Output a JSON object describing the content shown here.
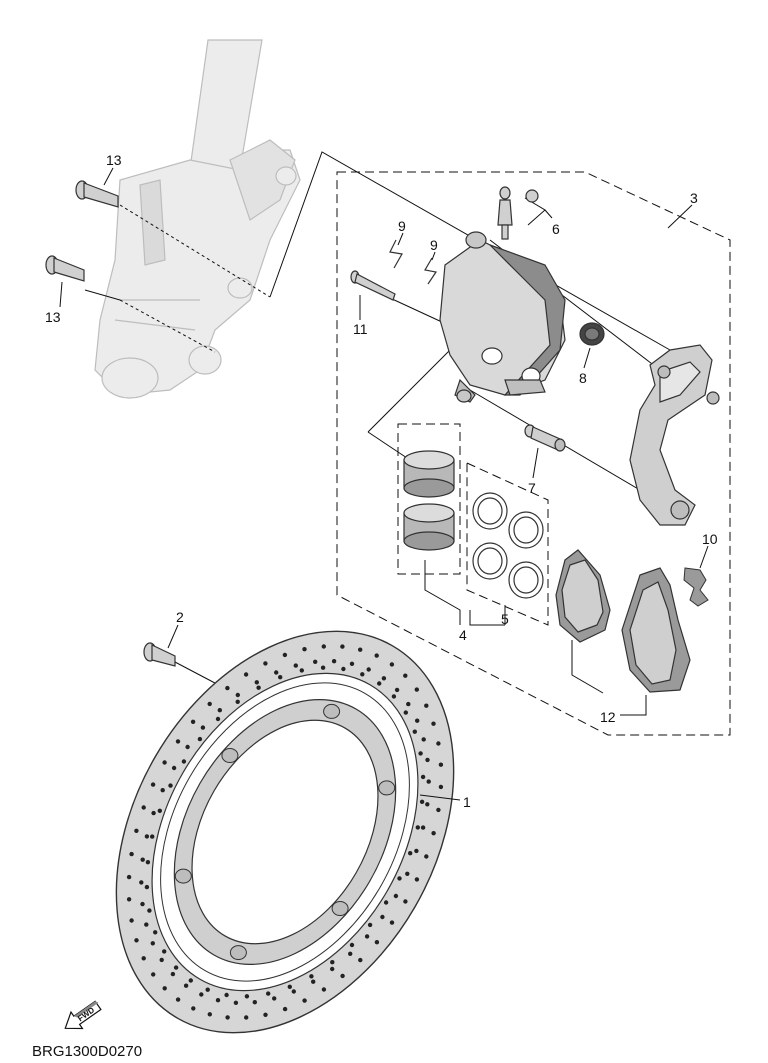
{
  "diagram_code": "BRG1300D0270",
  "fwd_label": "FWD",
  "colors": {
    "part_fill": "#d9d9d9",
    "part_dark": "#9a9a9a",
    "outline": "#333333",
    "fork_fill": "#e8e8e8"
  },
  "callouts": [
    {
      "id": "1",
      "text": "1"
    },
    {
      "id": "2",
      "text": "2"
    },
    {
      "id": "3",
      "text": "3"
    },
    {
      "id": "4",
      "text": "4"
    },
    {
      "id": "5",
      "text": "5"
    },
    {
      "id": "6",
      "text": "6"
    },
    {
      "id": "7",
      "text": "7"
    },
    {
      "id": "8",
      "text": "8"
    },
    {
      "id": "9a",
      "text": "9"
    },
    {
      "id": "9b",
      "text": "9"
    },
    {
      "id": "10",
      "text": "10"
    },
    {
      "id": "11",
      "text": "11"
    },
    {
      "id": "12",
      "text": "12"
    },
    {
      "id": "13a",
      "text": "13"
    },
    {
      "id": "13b",
      "text": "13"
    }
  ]
}
